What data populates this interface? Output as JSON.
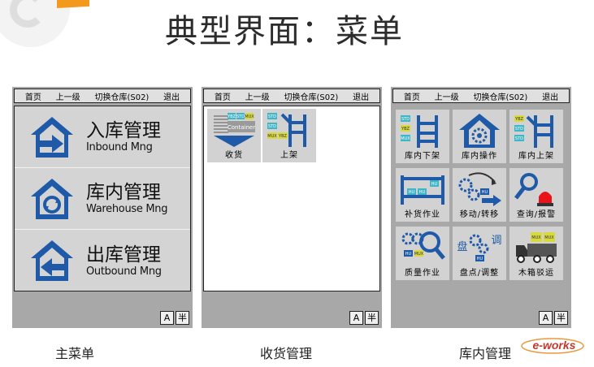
{
  "slide": {
    "title": "典型界面：菜单",
    "captions": [
      "主菜单",
      "收货管理",
      "库内管理"
    ],
    "brand": "e-works"
  },
  "navbar": {
    "home": "首页",
    "up": "上一级",
    "switch_warehouse": "切换仓库(S02)",
    "exit": "退出"
  },
  "ime": {
    "mode_a": "A",
    "width_half": "半"
  },
  "main_menu": {
    "items": [
      {
        "zh": "入库管理",
        "en": "Inbound Mng",
        "icon": "inbound-house-icon"
      },
      {
        "zh": "库内管理",
        "en": "Warehouse Mng",
        "icon": "warehouse-cycle-house-icon"
      },
      {
        "zh": "出库管理",
        "en": "Outbound Mng",
        "icon": "outbound-house-icon"
      }
    ]
  },
  "receiving_menu": {
    "tiles": [
      {
        "label": "收货",
        "icon": "container-receive-icon",
        "badges": [
          "YBZ",
          "STD",
          "MUX",
          "Container"
        ]
      },
      {
        "label": "上架",
        "icon": "putaway-shelf-icon",
        "badges": [
          "STD",
          "STD",
          "MUX",
          "YBZ"
        ]
      }
    ]
  },
  "warehouse_menu": {
    "tiles": [
      {
        "label": "库内下架",
        "icon": "shelf-takedown-icon",
        "badges": [
          "STD",
          "YBZ",
          "MUX"
        ]
      },
      {
        "label": "库内操作",
        "icon": "house-gear-icon",
        "badges": []
      },
      {
        "label": "库内上架",
        "icon": "shelf-putaway-icon",
        "badges": [
          "YBZ",
          "STD",
          "STD"
        ]
      },
      {
        "label": "补货作业",
        "icon": "replenish-rack-icon",
        "badges": [
          "HU",
          "HU",
          "HU"
        ]
      },
      {
        "label": "移动/转移",
        "icon": "move-transfer-icon",
        "badges": [
          "HU"
        ]
      },
      {
        "label": "查询/报警",
        "icon": "search-alarm-icon",
        "badges": []
      },
      {
        "label": "质量作业",
        "icon": "quality-check-icon",
        "badges": [
          "HU",
          "MUX"
        ]
      },
      {
        "label": "盘点/调整",
        "icon": "stocktake-adjust-icon",
        "badges": [
          "盘",
          "调",
          "HU"
        ]
      },
      {
        "label": "木箱驳运",
        "icon": "wooden-box-truck-icon",
        "badges": [
          "MUX",
          "MUX"
        ]
      }
    ]
  },
  "colors": {
    "icon_blue": "#1e5aa8",
    "badge_teal": "#3fb6c8",
    "badge_yellow": "#d8d840",
    "alarm_red": "#e8141a",
    "screen_gray": "#a8a8a8",
    "tile_gray": "#d2d2d2"
  }
}
